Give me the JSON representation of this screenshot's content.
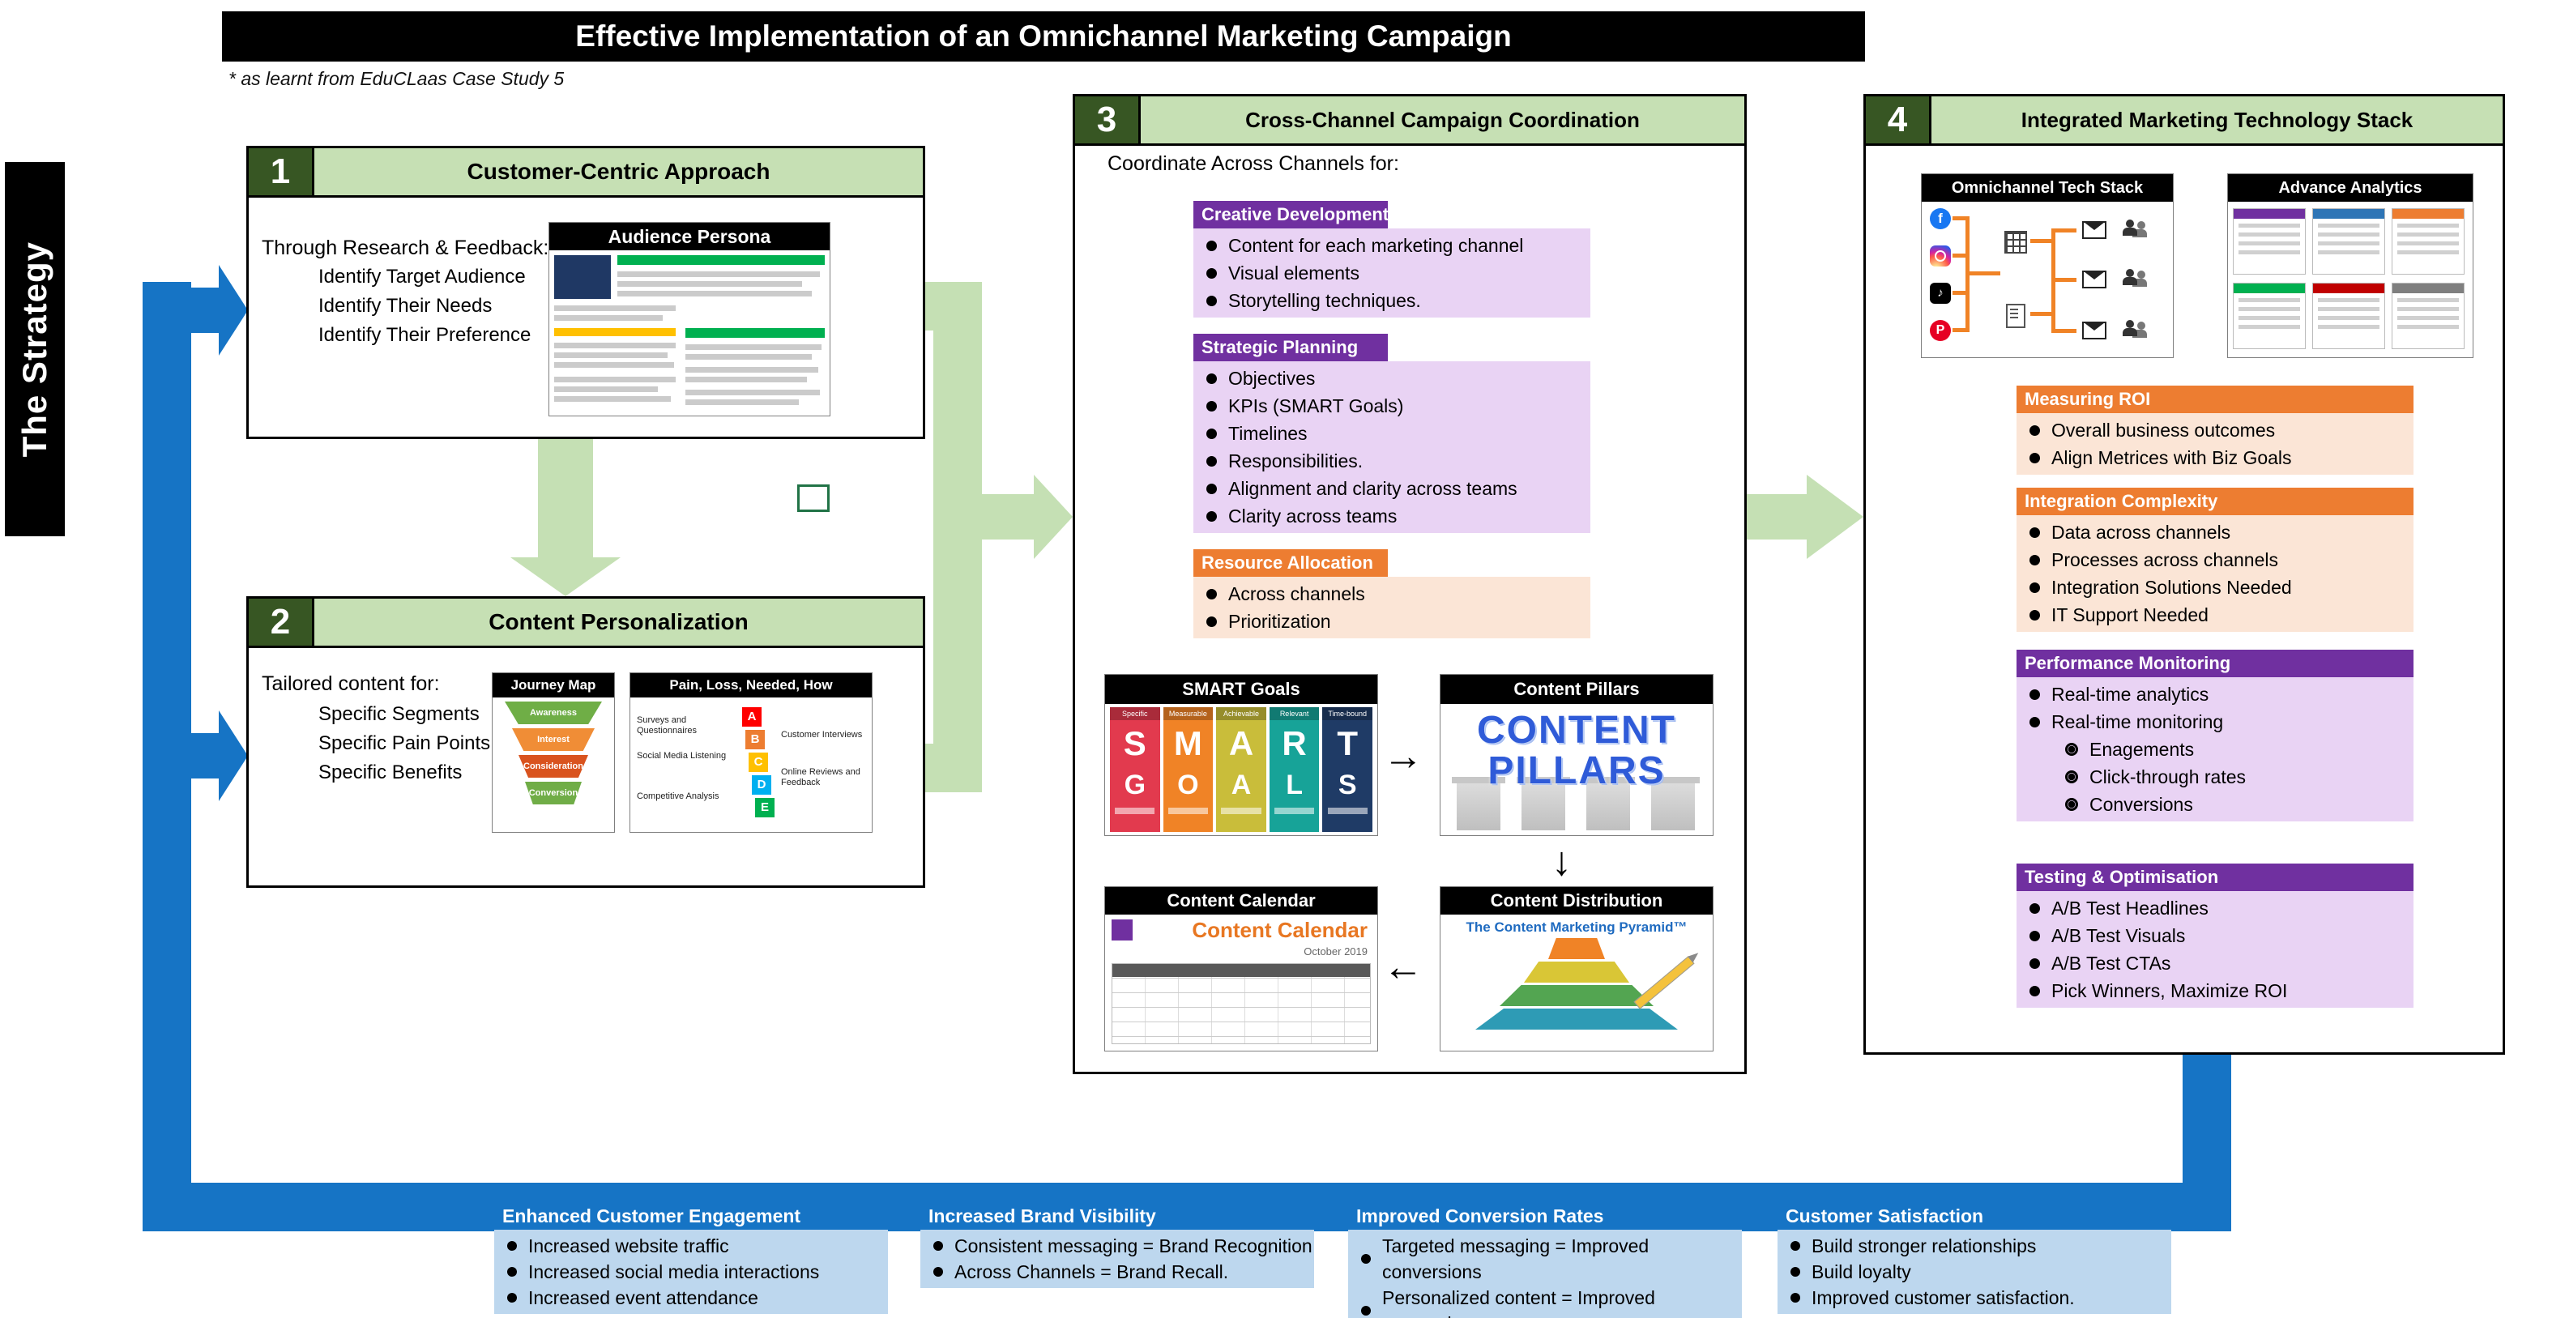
{
  "banner": {
    "title": "Effective Implementation of an Omnichannel Marketing Campaign"
  },
  "subtitle": "* as learnt from EduCLaas Case Study 5",
  "sidebar": {
    "label": "The Strategy"
  },
  "colors": {
    "step_green_dark": "#375623",
    "step_green_light": "#C6E0B4",
    "arrow_green": "#C5E0B4",
    "purple": "#7030A0",
    "purple_light": "#E9D3F4",
    "orange": "#ED7D31",
    "orange_light": "#FBE5D6",
    "blue": "#1674C5",
    "blue_light": "#BDD7EE"
  },
  "icons": {
    "facebook": "f",
    "pinterest": "P",
    "tiktok_note": "♪"
  },
  "box1": {
    "number": "1",
    "title": "Customer-Centric Approach",
    "intro": "Through Research & Feedback:",
    "items": [
      "Identify Target Audience",
      "Identify Their Needs",
      "Identify Their Preference"
    ],
    "persona_card": {
      "title": "Audience Persona"
    }
  },
  "box2": {
    "number": "2",
    "title": "Content Personalization",
    "intro": "Tailored content for:",
    "items": [
      "Specific Segments",
      "Specific Pain Points",
      "Specific Benefits"
    ],
    "journey_card": {
      "title": "Journey Map",
      "stages": [
        "Awareness",
        "Interest",
        "Consideration",
        "Conversion"
      ]
    },
    "pain_card": {
      "title": "Pain, Loss, Needed, How",
      "left_items": [
        "Surveys and Questionnaires",
        "Social Media Listening",
        "Competitive Analysis"
      ],
      "right_items": [
        "Customer Interviews",
        "Online Reviews and Feedback"
      ],
      "letters": [
        "A",
        "B",
        "C",
        "D",
        "E"
      ]
    }
  },
  "box3": {
    "number": "3",
    "title": "Cross-Channel Campaign Coordination",
    "intro": "Coordinate Across Channels for:",
    "sections": [
      {
        "title": "Creative Development",
        "bullets": [
          "Content for each marketing channel",
          "Visual elements",
          "Storytelling techniques."
        ]
      },
      {
        "title": "Strategic Planning",
        "bullets": [
          "Objectives",
          "KPIs (SMART Goals)",
          "Timelines",
          "Responsibilities.",
          "Alignment and clarity across teams",
          "Clarity across teams"
        ]
      },
      {
        "title": "Resource Allocation",
        "bullets": [
          "Across channels",
          "Prioritization"
        ]
      }
    ],
    "smart_card": {
      "title": "SMART Goals",
      "labels": [
        "Specific",
        "Measurable",
        "Achievable",
        "Relevant",
        "Time-bound"
      ],
      "top_letters": [
        "S",
        "M",
        "A",
        "R",
        "T"
      ],
      "bottom_letters": [
        "G",
        "O",
        "A",
        "L",
        "S"
      ]
    },
    "pillars_card": {
      "title": "Content Pillars",
      "word1": "CONTENT",
      "word2": "PILLARS"
    },
    "calendar_card": {
      "title": "Content Calendar",
      "inner_title": "Content Calendar",
      "inner_subtitle": "October 2019"
    },
    "distribution_card": {
      "title": "Content Distribution",
      "inner_title": "The Content Marketing Pyramid™"
    },
    "arrow_right": "→",
    "arrow_down": "↓",
    "arrow_left": "←"
  },
  "box4": {
    "number": "4",
    "title": "Integrated Marketing Technology Stack",
    "tech_card": {
      "title": "Omnichannel Tech Stack"
    },
    "analytics_card": {
      "title": "Advance Analytics"
    },
    "sections": [
      {
        "title": "Measuring ROI",
        "bullets": [
          "Overall business outcomes",
          "Align  Metrices with Biz Goals"
        ]
      },
      {
        "title": "Integration Complexity",
        "bullets": [
          "Data across channels",
          "Processes across channels",
          "Integration Solutions Needed",
          "IT Support Needed"
        ]
      },
      {
        "title": "Performance Monitoring",
        "bullets": [
          "Real-time analytics",
          "Real-time monitoring"
        ],
        "sub_bullets": [
          "Enagements",
          "Click-through rates",
          "Conversions"
        ]
      },
      {
        "title": "Testing & Optimisation",
        "bullets": [
          "A/B Test Headlines",
          "A/B Test Visuals",
          "A/B Test CTAs",
          "Pick Winners, Maximize ROI"
        ]
      }
    ]
  },
  "outcomes": [
    {
      "title": "Enhanced Customer Engagement",
      "bullets": [
        "Increased website traffic",
        "Increased social media interactions",
        "Increased event attendance"
      ]
    },
    {
      "title": "Increased Brand Visibility",
      "bullets": [
        "Consistent messaging = Brand Recognition",
        "Across Channels = Brand Recall."
      ]
    },
    {
      "title": "Improved Conversion Rates",
      "bullets": [
        "Targeted messaging = Improved conversions",
        "Personalized content = Improved conversions"
      ]
    },
    {
      "title": "Customer Satisfaction",
      "bullets": [
        "Build stronger relationships",
        "Build loyalty",
        "Improved customer satisfaction."
      ]
    }
  ]
}
